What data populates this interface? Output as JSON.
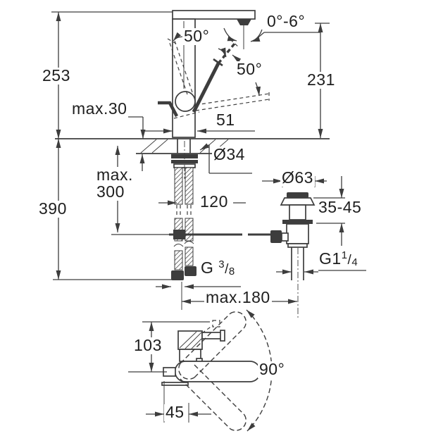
{
  "drawing": {
    "background": "#ffffff",
    "line_color": "#3d3d3d",
    "text_color": "#1e1e1e",
    "side_view": {
      "total_height": "253",
      "spout_height": "231",
      "deck_thickness": "max.30",
      "handle_angle_up": "50°",
      "handle_angle_fwd": "50°",
      "aerator_tilt_range": "0°-6°",
      "body_depth": "51",
      "mounting_hole": "Ø34",
      "hose_clearance_line1": "max.",
      "hose_clearance_line2": "300",
      "below_deck_depth": "390",
      "hose_length": "120",
      "supply_thread_prefix": "G",
      "supply_thread_numerator": "3",
      "supply_thread_slash": "/",
      "supply_thread_denominator": "8",
      "drain_offset": "max.180"
    },
    "drain_valve": {
      "flange_diameter": "Ø63",
      "deck_thickness_range": "35-45",
      "waste_thread_prefix": "G1",
      "waste_thread_numerator": "1",
      "waste_thread_slash": "/",
      "waste_thread_denominator": "4"
    },
    "top_view": {
      "spout_reach": "103",
      "swivel_angle": "90°",
      "spout_to_center": "45"
    }
  }
}
